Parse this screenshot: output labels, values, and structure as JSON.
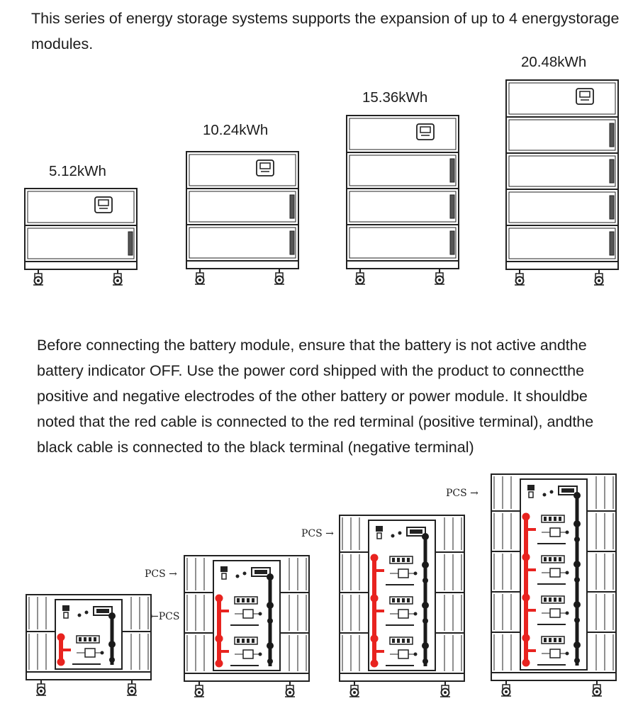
{
  "intro_text": "This series of energy storage systems supports the expansion of up to 4 energystorage modules.",
  "description_text": "Before connecting the battery module, ensure that the battery is not active andthe battery indicator OFF. Use the power cord shipped with the product to connectthe positive and negative electrodes of the other battery or power module. It shouldbe noted that the red cable is connected to the red terminal (positive terminal), andthe black cable is connected to the black terminal (negative terminal)",
  "capacity_labels": [
    "5.12kWh",
    "10.24kWh",
    "15.36kWh",
    "20.48kWh"
  ],
  "pcs_labels": {
    "label_1": "←PCS",
    "label_2": "PCS →",
    "label_3": "PCS →",
    "label_4": "PCS →"
  },
  "colors": {
    "line": "#222222",
    "positive_cable": "#e8231f",
    "negative_cable": "#1a1a1a"
  },
  "units": [
    {
      "battery_modules": 1
    },
    {
      "battery_modules": 2
    },
    {
      "battery_modules": 3
    },
    {
      "battery_modules": 4
    }
  ]
}
